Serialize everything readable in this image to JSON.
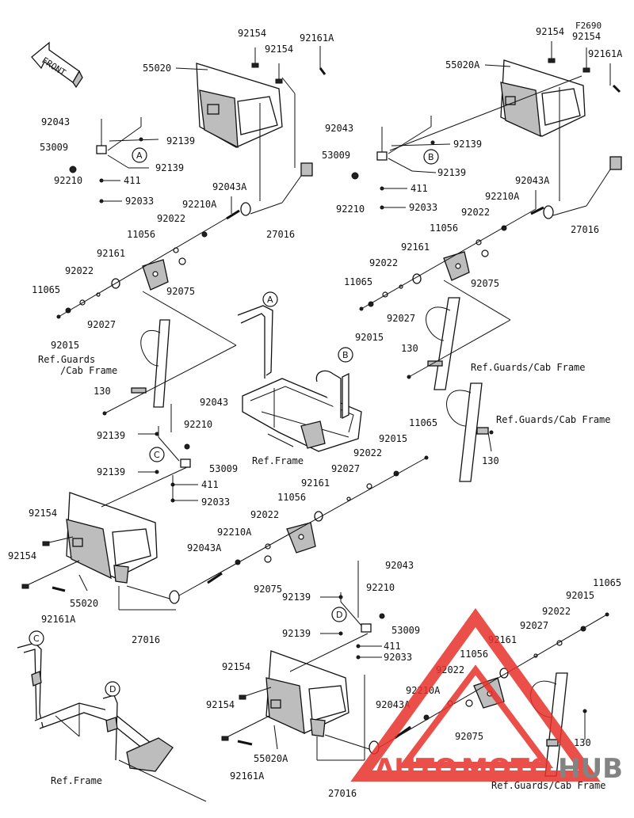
{
  "diagram_code": "F2690",
  "front_label": "FRONT",
  "callouts": [
    "A",
    "B",
    "C",
    "D"
  ],
  "ref_guards_1": "Ref.Guards",
  "ref_guards_2": "/Cab Frame",
  "ref_guards_cab": "Ref.Guards/Cab Frame",
  "ref_frame": "Ref.Frame",
  "watermark": {
    "auto": "AUTO",
    "moto": "MOTO",
    "hub": "HUB",
    "color_red": "#e8312a",
    "color_gray": "#6e6e6e"
  },
  "labels": {
    "p92154": "92154",
    "p92161A": "92161A",
    "p55020": "55020",
    "p55020A": "55020A",
    "p92043": "92043",
    "p92139": "92139",
    "p53009": "53009",
    "p411": "411",
    "p92033": "92033",
    "p92210": "92210",
    "p92043A": "92043A",
    "p92210A": "92210A",
    "p27016": "27016",
    "p92022": "92022",
    "p11056": "11056",
    "p92161": "92161",
    "p92075": "92075",
    "p11065": "11065",
    "p92027": "92027",
    "p92015": "92015",
    "p130": "130"
  }
}
